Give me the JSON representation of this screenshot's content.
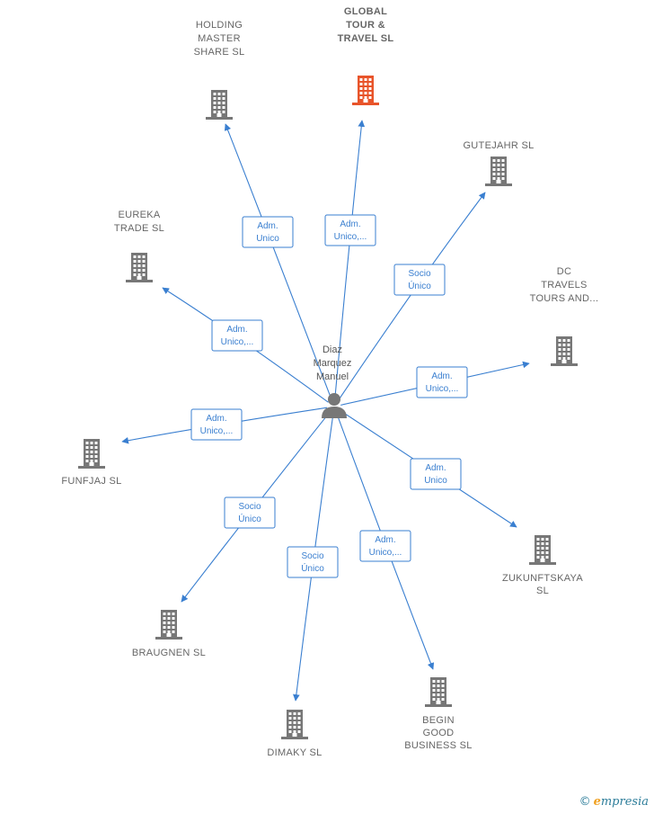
{
  "center": {
    "name_lines": [
      "Diaz",
      "Marquez",
      "Manuel"
    ],
    "icon": "person-icon"
  },
  "nodes": [
    {
      "id": "global-tour-travel",
      "lines": [
        "GLOBAL",
        "TOUR &",
        "TRAVEL  SL"
      ],
      "color": "#e8542a",
      "focus": true
    },
    {
      "id": "holding-master-share",
      "lines": [
        "HOLDING",
        "MASTER",
        "SHARE  SL"
      ],
      "color": "#777777"
    },
    {
      "id": "gutejahr",
      "lines": [
        "GUTEJAHR  SL"
      ],
      "color": "#777777"
    },
    {
      "id": "eureka-trade",
      "lines": [
        "EUREKA",
        "TRADE  SL"
      ],
      "color": "#777777"
    },
    {
      "id": "dc-travels",
      "lines": [
        "DC",
        "TRAVELS",
        "TOURS AND..."
      ],
      "color": "#777777"
    },
    {
      "id": "funfjaj",
      "lines": [
        "FUNFJAJ  SL"
      ],
      "color": "#777777"
    },
    {
      "id": "zukunftskaya",
      "lines": [
        "ZUKUNFTSKAYA",
        "SL"
      ],
      "color": "#777777"
    },
    {
      "id": "braugnen",
      "lines": [
        "BRAUGNEN  SL"
      ],
      "color": "#777777"
    },
    {
      "id": "dimaky",
      "lines": [
        "DIMAKY SL"
      ],
      "color": "#777777"
    },
    {
      "id": "begin-good-business",
      "lines": [
        "BEGIN",
        "GOOD",
        "BUSINESS  SL"
      ],
      "color": "#777777"
    }
  ],
  "edges": [
    {
      "to": "global-tour-travel",
      "label": [
        "Adm.",
        "Unico,..."
      ]
    },
    {
      "to": "holding-master-share",
      "label": [
        "Adm.",
        "Unico"
      ]
    },
    {
      "to": "gutejahr",
      "label": [
        "Socio",
        "Único"
      ]
    },
    {
      "to": "eureka-trade",
      "label": [
        "Adm.",
        "Unico,..."
      ]
    },
    {
      "to": "dc-travels",
      "label": [
        "Adm.",
        "Unico,..."
      ]
    },
    {
      "to": "funfjaj",
      "label": [
        "Adm.",
        "Unico,..."
      ]
    },
    {
      "to": "zukunftskaya",
      "label": [
        "Adm.",
        "Unico"
      ]
    },
    {
      "to": "braugnen",
      "label": [
        "Socio",
        "Único"
      ]
    },
    {
      "to": "dimaky",
      "label": [
        "Socio",
        "Único"
      ]
    },
    {
      "to": "begin-good-business",
      "label": [
        "Adm.",
        "Unico,..."
      ]
    }
  ],
  "brand": {
    "copyright": "©",
    "initial": "e",
    "rest": "mpresia"
  },
  "colors": {
    "edge": "#3a7fd0",
    "building": "#777777",
    "focus_building": "#e8542a",
    "person": "#777777"
  }
}
